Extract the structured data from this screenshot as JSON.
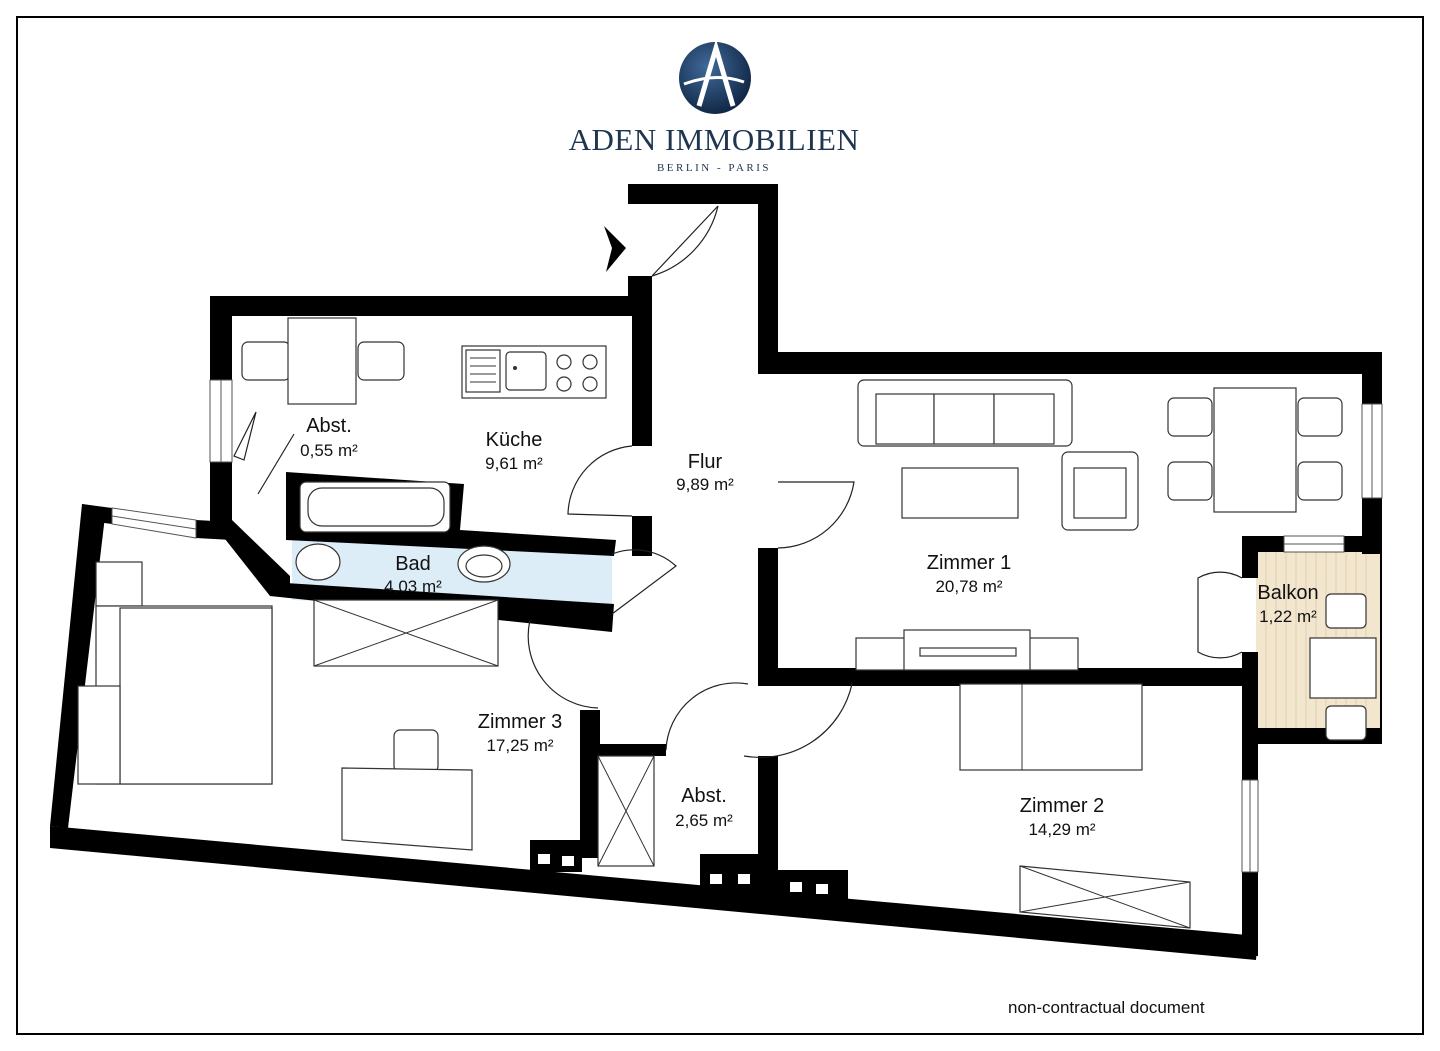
{
  "logo": {
    "icon": "aden-a-globe-icon",
    "name": "ADEN IMMOBILIEN",
    "subtitle": "BERLIN - PARIS"
  },
  "rooms": {
    "kueche": {
      "name": "Küche",
      "area": "9,61 m²"
    },
    "abst_small": {
      "name": "Abst.",
      "area": "0,55 m²"
    },
    "bad": {
      "name": "Bad",
      "area": "4,03 m²"
    },
    "flur": {
      "name": "Flur",
      "area": "9,89 m²"
    },
    "zimmer1": {
      "name": "Zimmer 1",
      "area": "20,78 m²"
    },
    "balkon": {
      "name": "Balkon",
      "area": "1,22 m²"
    },
    "zimmer3": {
      "name": "Zimmer 3",
      "area": "17,25 m²"
    },
    "abst_large": {
      "name": "Abst.",
      "area": "2,65 m²"
    },
    "zimmer2": {
      "name": "Zimmer 2",
      "area": "14,29 m²"
    }
  },
  "footer": {
    "note": "non-contractual document"
  },
  "colors": {
    "wall": "#000000",
    "bath_fill": "#dcedf8",
    "balcony_fill": "#f3e6cf",
    "brand": "#1f3550"
  },
  "icons": [
    "entrance-arrow-icon",
    "aden-a-globe-icon"
  ]
}
